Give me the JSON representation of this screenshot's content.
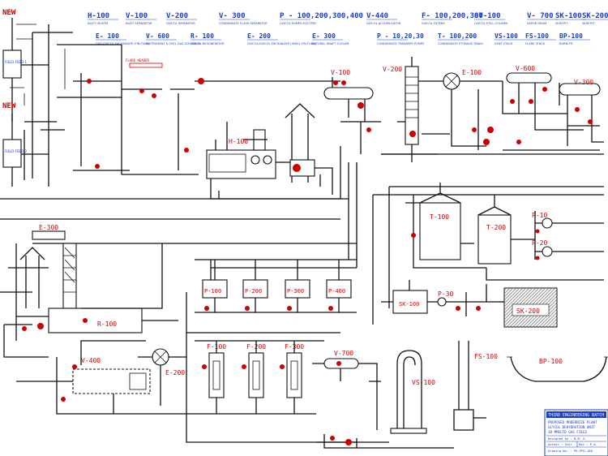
{
  "header_tags": [
    {
      "tag": "H-100",
      "caption": "INLET HEATER"
    },
    {
      "tag": "V-100",
      "caption": "INLET SEPARATOR"
    },
    {
      "tag": "V-200",
      "caption": "GLYCOL SEPARATOR"
    },
    {
      "tag": "V- 300",
      "caption": "CONDENSATE FLASH SEPARATOR"
    },
    {
      "tag": "P - 100,200,300,400",
      "caption": "GLYCOL PUMPS ELECTRIC"
    },
    {
      "tag": "V-440",
      "caption": "GLYCOL ACCUMULATOR"
    },
    {
      "tag": "F- 100,200,300",
      "caption": "GLYCOL FILTERS"
    },
    {
      "tag": "ST-100",
      "caption": "GLYCOL STILL COLUMN"
    },
    {
      "tag": "V- 700",
      "caption": "VAPOR DRUM"
    },
    {
      "tag": "SK-100",
      "caption": "SKIM PIT"
    },
    {
      "tag": "SK-200",
      "caption": "SKIM PIT"
    },
    {
      "tag": "E- 100",
      "caption": "GAS-GLYCOL EXCHANGER (FIN-TUBE)"
    },
    {
      "tag": "V- 600",
      "caption": "INSTRUMENT & FUEL GAS SCRUBBER"
    },
    {
      "tag": "R- 100",
      "caption": "GLYCOL REGENERATOR"
    },
    {
      "tag": "E- 200",
      "caption": "GLYCOL/GLYCOL EXCHANGER (SHELL FIN-TUBE)"
    },
    {
      "tag": "E- 300",
      "caption": "NATURAL DRAFT COOLER"
    },
    {
      "tag": "P - 10,20,30",
      "caption": "CONDENSATE TRANSFER PUMPS"
    },
    {
      "tag": "T- 100,200",
      "caption": "CONDENSATE STORAGE TANKS"
    },
    {
      "tag": "VS-100",
      "caption": "VENT STACK"
    },
    {
      "tag": "FS-100",
      "caption": "FLARE STACK"
    },
    {
      "tag": "BP-100",
      "caption": "BURN PIT"
    }
  ],
  "inlet_labels": [
    "NEW",
    "NEW"
  ],
  "field_boxes": [
    "FIELD FEED-1",
    "FIELD FEED-2"
  ],
  "equipment": {
    "E300": "E-300",
    "H100": "H-100",
    "V100": "V-100",
    "V200": "V-200",
    "E100": "E-100",
    "V600": "V-600",
    "V300": "V-300",
    "R100": "R-100",
    "V400": "V-400",
    "E200": "E-200",
    "F100": "F-100",
    "F200": "F-200",
    "F300": "F-300",
    "V700": "V-700",
    "VS100": "VS-100",
    "FS100": "FS-100",
    "BP100": "BP-100",
    "T100": "T-100",
    "T200": "T-200",
    "P10": "P-10",
    "P20": "P-20",
    "P30": "P-30",
    "SK100": "SK-100",
    "SK200": "SK-200",
    "P100": "P-100",
    "P200": "P-200",
    "P300": "P-300",
    "P400": "P-400"
  },
  "title_block": {
    "line1": "THIRD ENGINEERING BATCH",
    "line2": "PROPOSED MODERNIZE PLANT",
    "line3": "GLYCOL DEHYDRATION UNIT",
    "line4": "30 MMSCFD GAS FIELD",
    "drawn_by": "Designed by : N.M. K.",
    "author": "Author : Ster",
    "rev": "Rev : P.A.",
    "drawing": "Drawing No. : PD-PFD-100"
  },
  "colors": {
    "tag": "#1a3ccc",
    "equipment_label": "#d10000",
    "line": "#111111"
  }
}
